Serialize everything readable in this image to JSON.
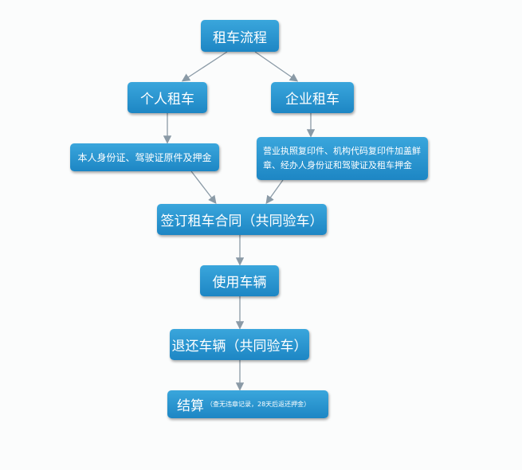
{
  "nodes": {
    "start": "租车流程",
    "personal": "个人租车",
    "company": "企业租车",
    "personal_docs": "本人身份证、驾驶证原件及押金",
    "company_docs": "营业执照复印件、机构代码复印件加盖鲜章、经办人身份证和驾驶证及租车押金",
    "sign": "签订租车合同（共同验车）",
    "use": "使用车辆",
    "return": "退还车辆（共同验车）",
    "settle": "结算",
    "settle_note": "（查无违章记录，28天后返还押金）"
  },
  "colors": {
    "box": "#2a96d0",
    "arrow": "#8a9aa6"
  }
}
